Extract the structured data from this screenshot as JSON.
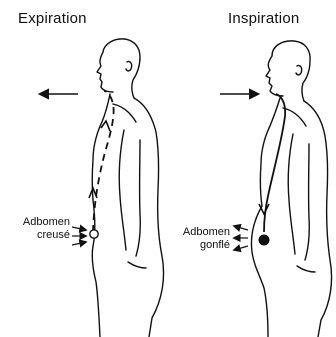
{
  "panels": [
    {
      "title": "Expiration",
      "label_line1": "Adbomen",
      "label_line2": "creusé"
    },
    {
      "title": "Inspiration",
      "label_line1": "Adbomen",
      "label_line2": "gonflé"
    }
  ],
  "icons": [
    "exhale-arrow-icon",
    "inhale-arrow-icon",
    "airflow-path-icon"
  ]
}
